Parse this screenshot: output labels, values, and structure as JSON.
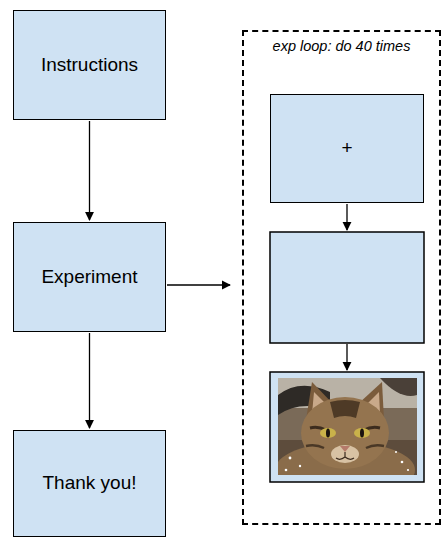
{
  "diagram": {
    "nodes": [
      {
        "text": [
          "Instructions"
        ]
      },
      {
        "text": [
          "Experiment"
        ]
      },
      {
        "text": [
          "Thank you!"
        ]
      },
      {
        "text": [
          "exp loop: do 40 times"
        ]
      },
      {
        "text": [
          "+"
        ],
        "in": 3
      }
    ],
    "edges": [
      {
        "from": 0,
        "to": 1,
        "arrow": "to"
      },
      {
        "from": 1,
        "to": 2,
        "arrow": "to"
      },
      {
        "from": 1,
        "to": 3,
        "arrow": "to"
      }
    ]
  }
}
